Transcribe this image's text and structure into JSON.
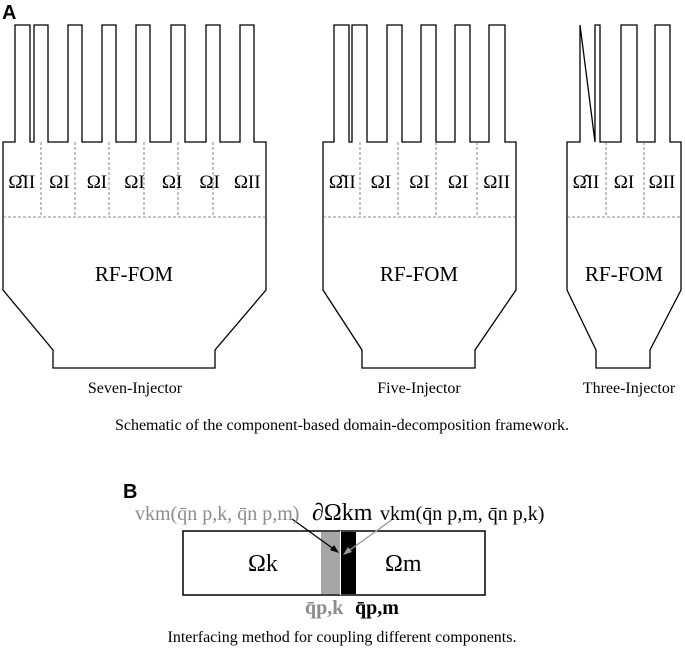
{
  "panel_a": {
    "label": "A",
    "caption": "Schematic of the component-based domain-decomposition framework.",
    "rfom_label": "RF-FOM",
    "domains": [
      {
        "name": "Seven-Injector",
        "cells": [
          "Ω̂II",
          "ΩI",
          "ΩI",
          "ΩI",
          "ΩI",
          "ΩI",
          "ΩII"
        ]
      },
      {
        "name": "Five-Injector",
        "cells": [
          "Ω̂II",
          "ΩI",
          "ΩI",
          "ΩI",
          "ΩII"
        ]
      },
      {
        "name": "Three-Injector",
        "cells": [
          "Ω̂II",
          "ΩI",
          "ΩII"
        ]
      }
    ]
  },
  "panel_b": {
    "label": "B",
    "caption": "Interfacing method for coupling different components.",
    "left_domain": "Ωk",
    "right_domain": "Ωm",
    "interface": "∂Ωkm",
    "left_flux": "vkm(q̄n p,k, q̄n p,m)",
    "right_flux": "vkm(q̄n p,m, q̄n p,k)",
    "left_state": "q̄p,k",
    "right_state": "q̄p,m",
    "colors": {
      "left_band": "#a6a6a6",
      "right_band": "#000000",
      "gray_text": "#8c8c8c"
    }
  }
}
